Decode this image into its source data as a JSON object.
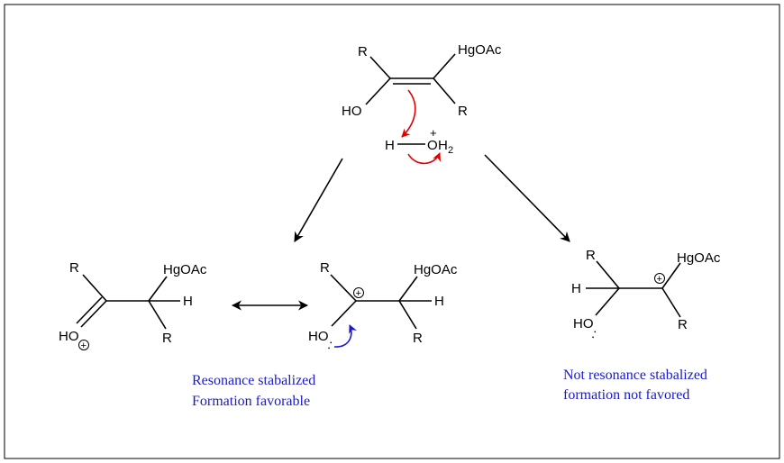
{
  "top": {
    "r_upper": "R",
    "hgoac": "HgOAc",
    "ho": "HO",
    "r_lower": "R",
    "h": "H",
    "oh2_o": "O",
    "oh2_h": "H",
    "oh2_sub": "2",
    "plus": "+"
  },
  "left": {
    "r_upper": "R",
    "hgoac": "HgOAc",
    "h": "H",
    "ho": "HO",
    "r_lower": "R",
    "plus": "+"
  },
  "middle": {
    "r_upper": "R",
    "hgoac": "HgOAc",
    "h": "H",
    "ho": "HO",
    "r_lower": "R",
    "plus": "+",
    "lone_pair": ":"
  },
  "right": {
    "r_upper": "R",
    "hgoac": "HgOAc",
    "h": "H",
    "ho": "HO",
    "r_lower": "R",
    "plus": "+",
    "lone_pair": ":"
  },
  "notes": {
    "left_line1": "Resonance stabalized",
    "left_line2": "Formation favorable",
    "right_line1": "Not resonance stabalized",
    "right_line2": "formation not favored"
  },
  "colors": {
    "frame": "#000000",
    "electron_arrow_red": "#e00000",
    "electron_arrow_blue": "#1a1acc",
    "note_text": "#1a1acc"
  }
}
